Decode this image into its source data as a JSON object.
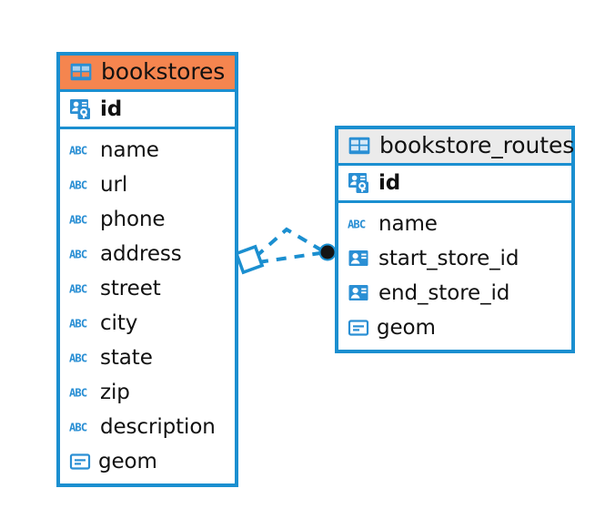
{
  "diagram": {
    "background_color": "#ffffff",
    "accent_color": "#1b8fd0",
    "entities": [
      {
        "name": "bookstores",
        "header_style": "orange",
        "header_color": "#f5854f",
        "table_icon": "table-icon",
        "primary_keys": [
          {
            "label": "id",
            "icon": "primary-key-icon"
          }
        ],
        "attributes": [
          {
            "label": "name",
            "icon": "abc-text-icon"
          },
          {
            "label": "url",
            "icon": "abc-text-icon"
          },
          {
            "label": "phone",
            "icon": "abc-text-icon"
          },
          {
            "label": "address",
            "icon": "abc-text-icon"
          },
          {
            "label": "street",
            "icon": "abc-text-icon"
          },
          {
            "label": "city",
            "icon": "abc-text-icon"
          },
          {
            "label": "state",
            "icon": "abc-text-icon"
          },
          {
            "label": "zip",
            "icon": "abc-text-icon"
          },
          {
            "label": "description",
            "icon": "abc-text-icon"
          },
          {
            "label": "geom",
            "icon": "geometry-icon"
          }
        ]
      },
      {
        "name": "bookstore_routes",
        "header_style": "grey",
        "header_color": "#ebebeb",
        "table_icon": "table-icon",
        "primary_keys": [
          {
            "label": "id",
            "icon": "primary-key-icon"
          }
        ],
        "attributes": [
          {
            "label": "name",
            "icon": "abc-text-icon"
          },
          {
            "label": "start_store_id",
            "icon": "foreign-key-icon"
          },
          {
            "label": "end_store_id",
            "icon": "foreign-key-icon"
          },
          {
            "label": "geom",
            "icon": "geometry-icon"
          }
        ]
      }
    ],
    "relationship": {
      "source_entity": "bookstores",
      "target_entity": "bookstore_routes",
      "line_style": "dashed",
      "line_color": "#1b8fd0",
      "source_marker": "diamond-marker",
      "target_marker": "filled-circle-marker",
      "target_marker_color": "#1a1a1a"
    }
  }
}
